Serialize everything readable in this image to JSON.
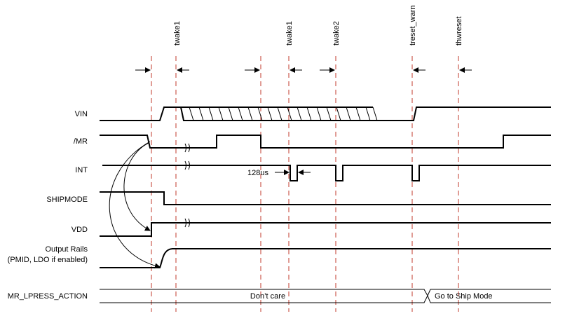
{
  "timing_labels": {
    "twake1_a": "twake1",
    "twake1_b": "twake1",
    "twake2": "twake2",
    "treset_warn": "treset_warn",
    "thwreset": "thwreset"
  },
  "signals": {
    "vin": "VIN",
    "mr": "/MR",
    "int": "INT",
    "shipmode": "SHIPMODE",
    "vdd": "VDD",
    "output_rails_line1": "Output Rails",
    "output_rails_line2": "(PMID, LDO if enabled)",
    "mr_lpress_action": "MR_LPRESS_ACTION"
  },
  "annotations": {
    "int_pulse_width": "128us"
  },
  "bus_values": {
    "dont_care": "Don’t care",
    "go_to_ship_mode": "Go to Ship Mode"
  }
}
